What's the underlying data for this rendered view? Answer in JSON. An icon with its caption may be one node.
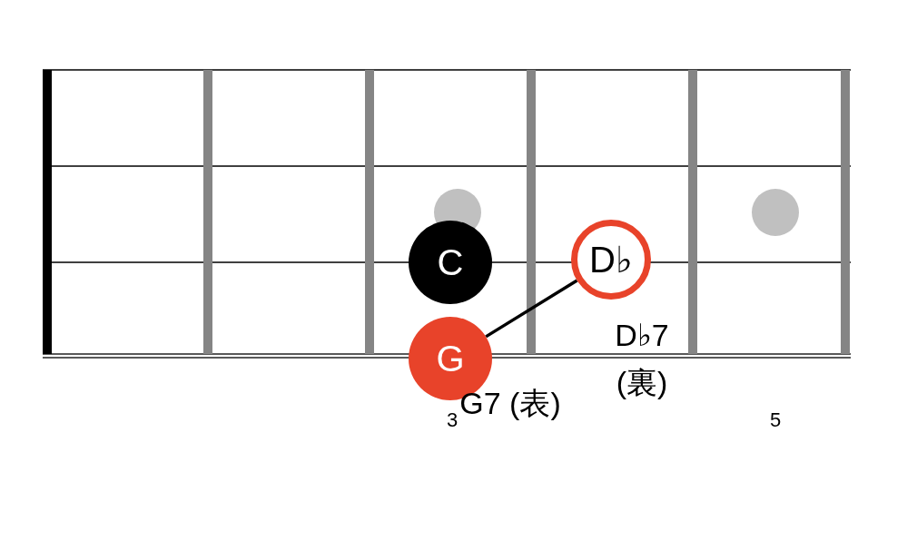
{
  "diagram": {
    "nodes": [
      {
        "text": [
          "C"
        ]
      },
      {
        "text": [
          "D♭"
        ],
        "beside": [
          "D♭7 (裏)"
        ]
      },
      {
        "text": [
          "G"
        ],
        "beside": [
          "G7 (表)"
        ]
      }
    ],
    "edges": [
      {
        "from": 2,
        "to": 1,
        "arrow": "none"
      }
    ],
    "labels": [
      "3",
      "5"
    ]
  }
}
